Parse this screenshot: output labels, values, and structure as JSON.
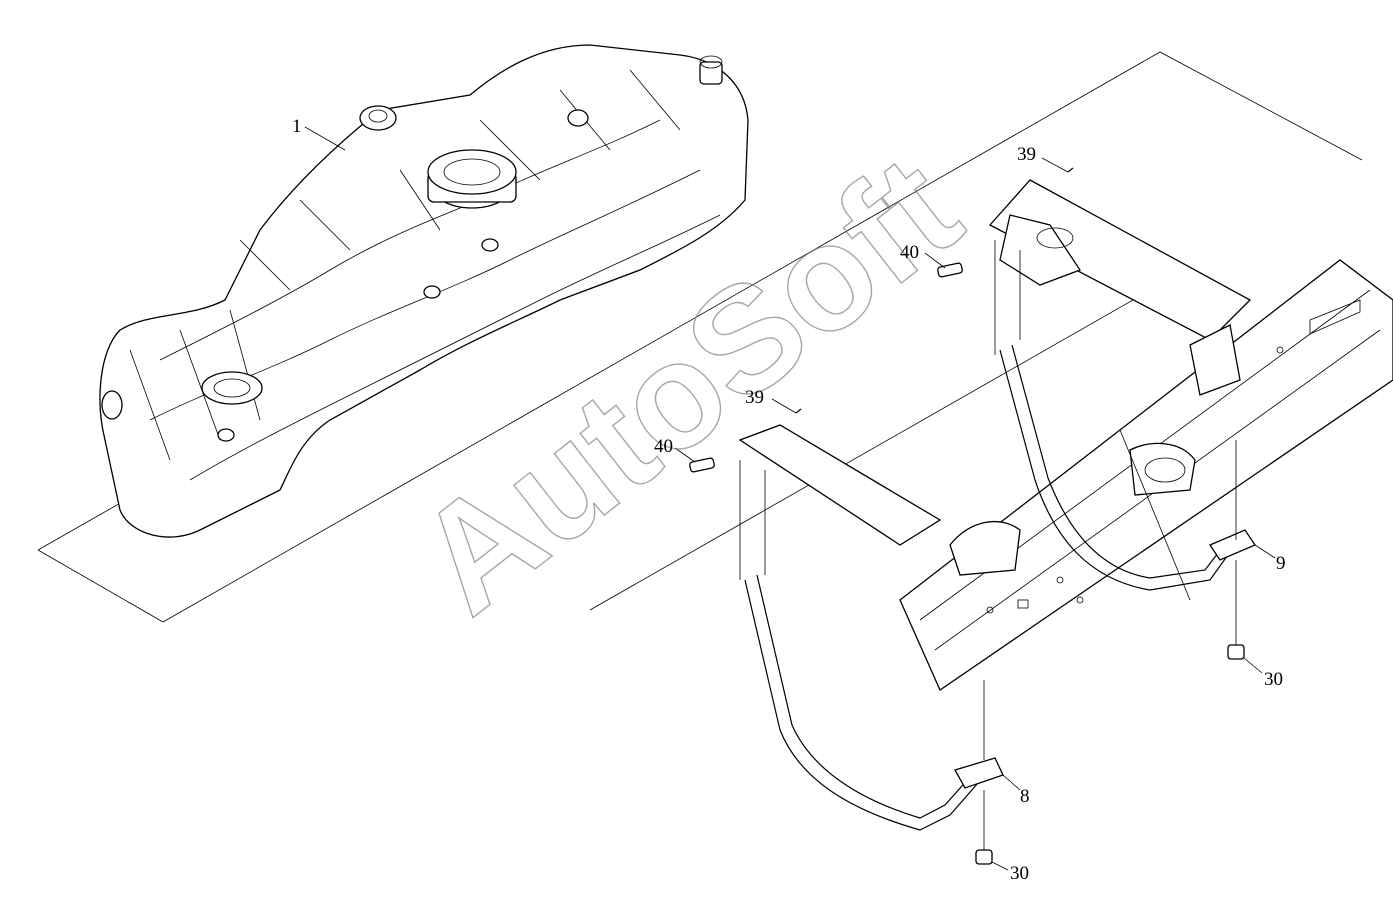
{
  "watermark": "AutoSoft",
  "callouts": {
    "tank": "1",
    "clip_rear": "39",
    "clip_front": "39",
    "pin_rear": "40",
    "pin_front": "40",
    "strap_right": "9",
    "strap_left": "8",
    "bolt_right": "30",
    "bolt_left": "30"
  }
}
